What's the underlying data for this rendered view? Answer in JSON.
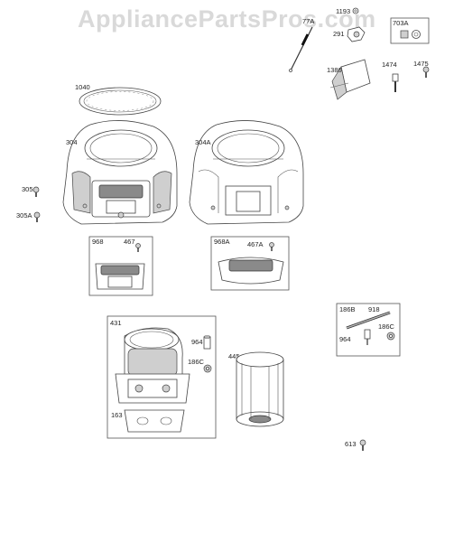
{
  "watermark": "AppliancePartsPros.com",
  "labels": {
    "p1193": "1193",
    "p77a": "77A",
    "p291": "291",
    "p703a": "703A",
    "p1386": "1386",
    "p1474": "1474",
    "p1475": "1475",
    "p1040": "1040",
    "p304": "304",
    "p304a": "304A",
    "p305": "305",
    "p305a": "305A",
    "p968": "968",
    "p467": "467",
    "p968a": "968A",
    "p467a": "467A",
    "p431": "431",
    "p964": "964",
    "p186c": "186C",
    "p163": "163",
    "p445": "445",
    "p186b": "186B",
    "p918": "918",
    "p186c_b": "186C",
    "p964_b": "964",
    "p613": "613"
  }
}
